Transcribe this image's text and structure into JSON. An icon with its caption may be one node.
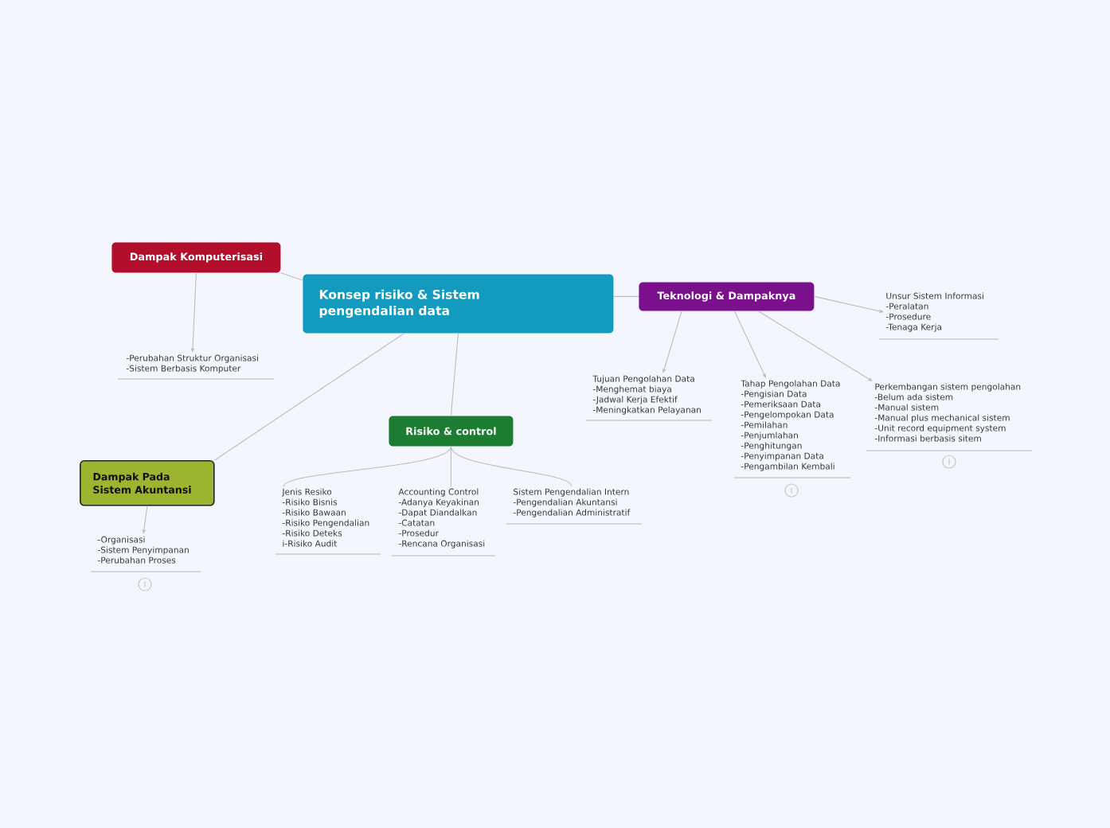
{
  "diagram": {
    "nodes": [
      {
        "text": [
          "Konsep risiko & Sistem pengendalian data"
        ]
      },
      {
        "text": [
          "Dampak Komputerisasi"
        ]
      },
      {
        "text": [
          "Teknologi & Dampaknya"
        ]
      },
      {
        "text": [
          "Risiko & control"
        ]
      },
      {
        "text": [
          "Dampak Pada Sistem Akuntansi"
        ]
      },
      {
        "text": [
          "-Perubahan Struktur Organisasi",
          "-Sistem Berbasis Komputer"
        ]
      },
      {
        "text": [
          "-Organisasi",
          "-Sistem Penyimpanan",
          "-Perubahan Proses"
        ]
      },
      {
        "text": [
          "Jenis Resiko",
          "-Risiko Bisnis",
          "-Risiko Bawaan",
          "-Risiko Pengendalian",
          "-Risiko Deteks",
          "i-Risiko Audit"
        ]
      },
      {
        "text": [
          "Accounting Control",
          "-Adanya Keyakinan",
          "-Dapat Diandalkan",
          "-Catatan",
          "-Prosedur",
          "-Rencana Organisasi"
        ]
      },
      {
        "text": [
          "Sistem Pengendalian Intern",
          "-Pengendalian Akuntansi",
          "-Pengendalian Administratif"
        ]
      },
      {
        "text": [
          "Tujuan Pengolahan Data",
          "-Menghemat biaya",
          "-Jadwal Kerja Efektif",
          "-Meningkatkan Pelayanan"
        ]
      },
      {
        "text": [
          "Tahap Pengolahan Data",
          "-Pengisian Data",
          "-Pemeriksaan Data",
          "-Pengelompokan Data",
          "-Pemilahan",
          "-Penjumlahan",
          "-Penghitungan",
          "-Penyimpanan Data",
          "-Pengambilan Kembali"
        ]
      },
      {
        "text": [
          "Perkembangan sistem pengolahan",
          "-Belum ada sistem",
          "-Manual sistem",
          "-Manual plus mechanical sistem",
          "-Unit record equipment system",
          "-Informasi berbasis sitem"
        ]
      },
      {
        "text": [
          "Unsur Sistem Informasi",
          "-Peralatan",
          "-Prosedure",
          "-Tenaga Kerja"
        ]
      }
    ],
    "edges": [
      {
        "from": 0,
        "to": 1,
        "arrow": "none"
      },
      {
        "from": 0,
        "to": 2,
        "arrow": "none"
      },
      {
        "from": 0,
        "to": 3,
        "arrow": "none"
      },
      {
        "from": 0,
        "to": 4,
        "arrow": "none"
      },
      {
        "from": 1,
        "to": 5,
        "arrow": "to"
      },
      {
        "from": 4,
        "to": 6,
        "arrow": "to"
      },
      {
        "from": 3,
        "to": 7,
        "arrow": "none"
      },
      {
        "from": 3,
        "to": 8,
        "arrow": "none"
      },
      {
        "from": 3,
        "to": 9,
        "arrow": "none"
      },
      {
        "from": 2,
        "to": 10,
        "arrow": "to"
      },
      {
        "from": 2,
        "to": 11,
        "arrow": "to"
      },
      {
        "from": 2,
        "to": 12,
        "arrow": "to"
      },
      {
        "from": 2,
        "to": 13,
        "arrow": "to"
      }
    ]
  }
}
